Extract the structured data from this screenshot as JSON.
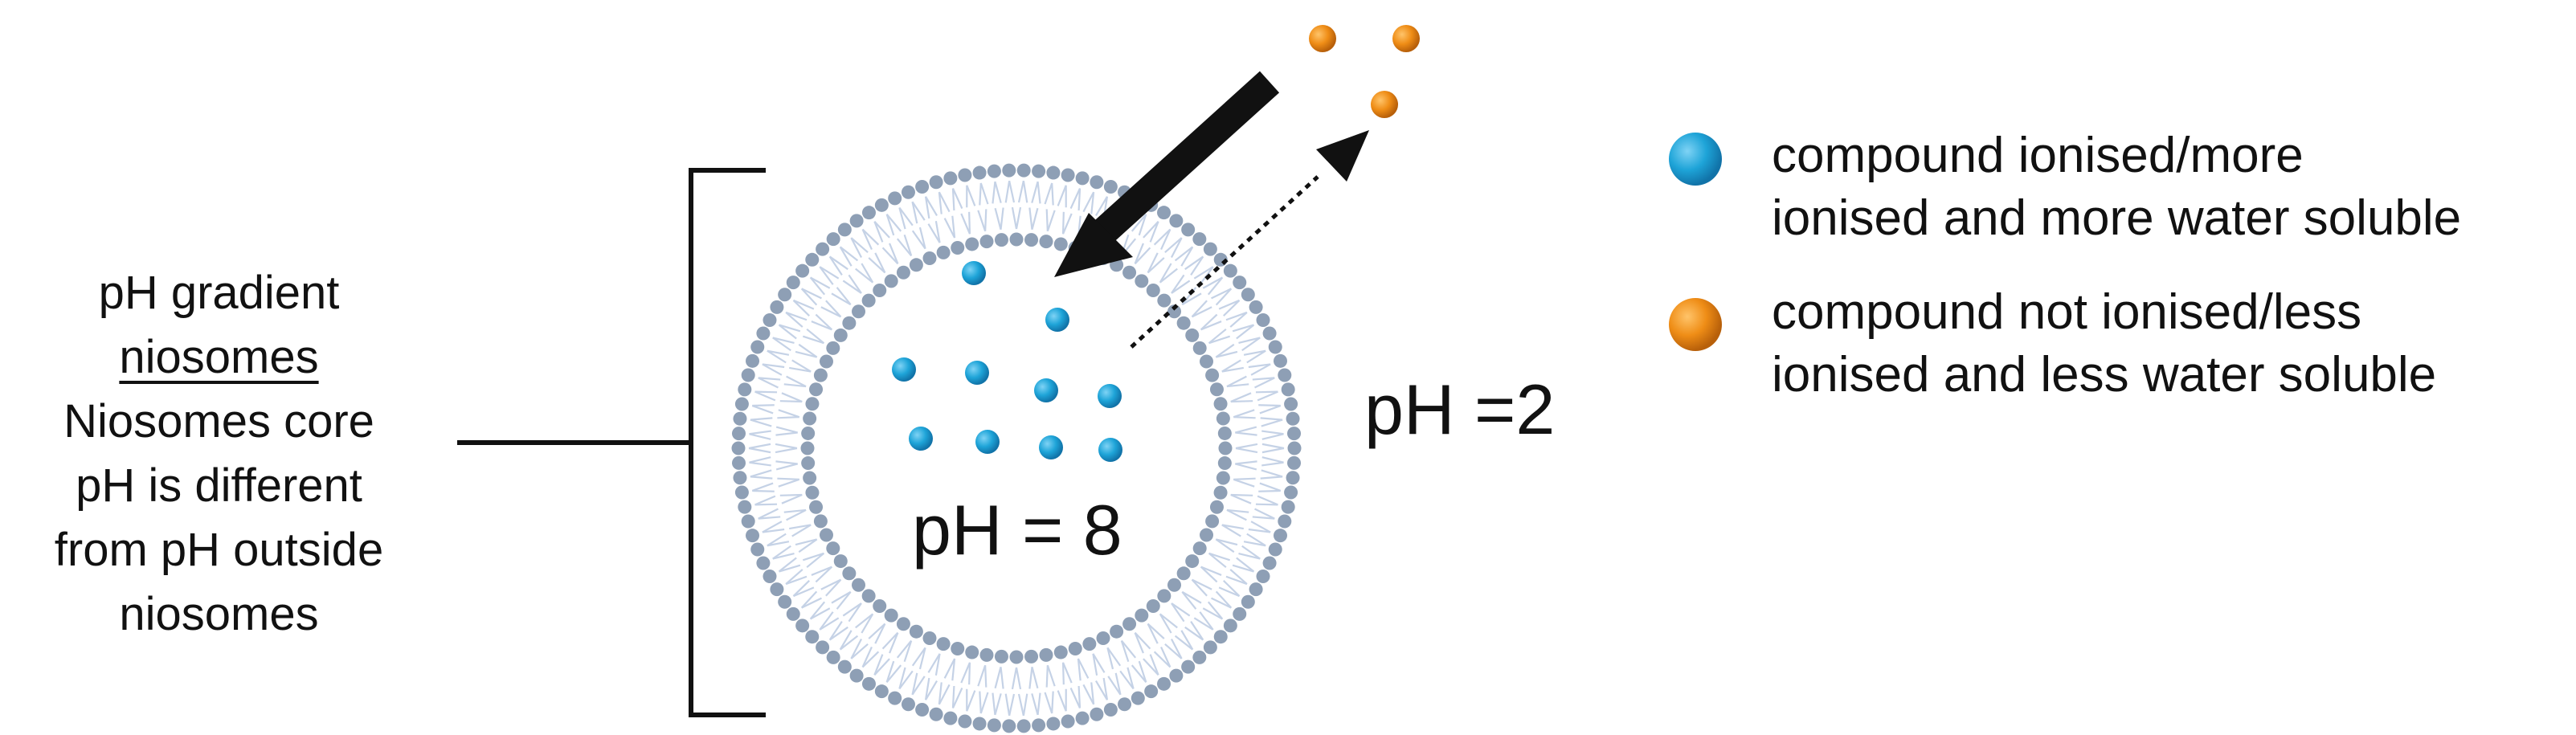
{
  "labels": {
    "left": [
      "pH gradient",
      "niosomes",
      "Niosomes core",
      "pH is different",
      "from pH outside",
      "niosomes"
    ],
    "ph_inside": "pH = 8",
    "ph_outside": "pH =2"
  },
  "legend": [
    {
      "lines": [
        "compound ionised/more",
        "ionised and more water soluble"
      ],
      "color": "#1ea4d8"
    },
    {
      "lines": [
        "compound not ionised/less",
        "ionised and less water soluble"
      ],
      "color": "#ef8d16"
    }
  ],
  "colors": {
    "ionised": "#1ea4d8",
    "not_ionised": "#ef8d16",
    "lipid_head": "#8e9fb5",
    "lipid_tail": "#c5d2e6",
    "arrow": "#111111"
  }
}
